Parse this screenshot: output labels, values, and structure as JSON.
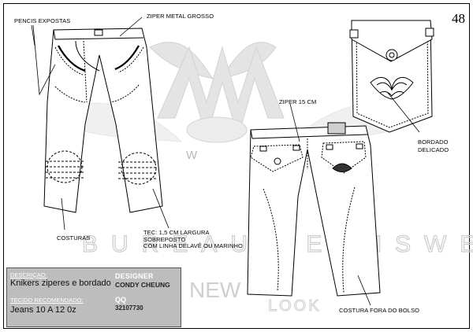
{
  "page_number": "48",
  "callouts": {
    "pencis_expostas": "PENCIS EXPOSTAS",
    "ziper_metal_grosso": "ZIPER METAL GROSSO",
    "ziper_15cm": "ZIPER 15 CM",
    "bordado": "BORDADO",
    "delicado": "DELICADO",
    "costuras": "COSTURAS",
    "tec_line1": "TEC: 1,5 CM LARGURA",
    "tec_line2": "SOBREPOSTO",
    "tec_line3": "COM LINHA DELAVÊ OU MARINHO",
    "costura_fora_bolso": "COSTURA FORA DO BOLSO"
  },
  "watermark": {
    "brand_line": "BUREAU JEANSWEAR",
    "word_new": "NEW",
    "word_look": "LOOK",
    "letter_w": "W"
  },
  "info": {
    "descricao_label": "DESCRIÇAO:",
    "descricao_value": "Knikers ziperes e bordado",
    "tecido_label": "TECIDO RECOMENDADO:",
    "tecido_value": "Jeans 10 A 12 0z",
    "designer_label": "DESIGNER",
    "designer_value": "CONDY CHEUNG",
    "qq_label": "QQ",
    "qq_value": "32107730"
  },
  "colors": {
    "info_box": "#bdbdbd",
    "watermark": "#d4d4d4",
    "line": "#000000"
  },
  "icons": [
    "bee-watermark",
    "pocket-emblem"
  ]
}
